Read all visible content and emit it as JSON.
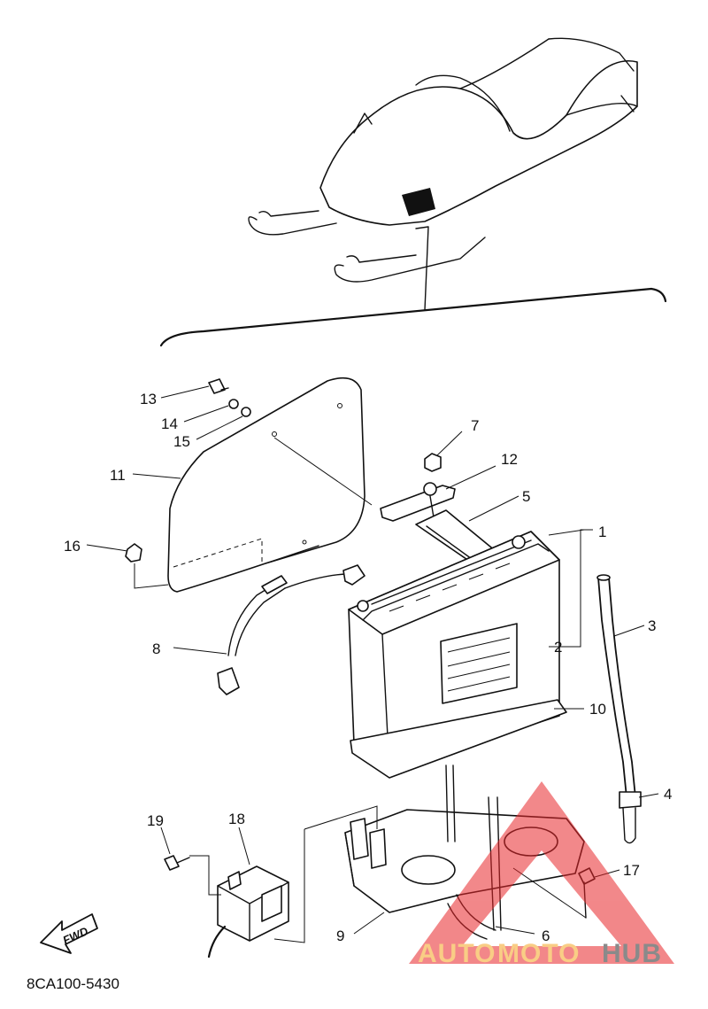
{
  "callouts": {
    "p1": "1",
    "p2": "2",
    "p3": "3",
    "p4": "4",
    "p5": "5",
    "p6": "6",
    "p7": "7",
    "p8": "8",
    "p9": "9",
    "p10": "10",
    "p11": "11",
    "p12": "12",
    "p13": "13",
    "p14": "14",
    "p15": "15",
    "p16": "16",
    "p17": "17",
    "p18": "18",
    "p19": "19"
  },
  "fwd_label": "FWD",
  "diagram_code": "8CA100-5430",
  "watermark": {
    "part1": "AUTO",
    "part2": "MOTO",
    "part3": "HUB",
    "color_orange": "#f5a623",
    "color_red": "#e8262a",
    "color_dark": "#2b2b2b"
  }
}
